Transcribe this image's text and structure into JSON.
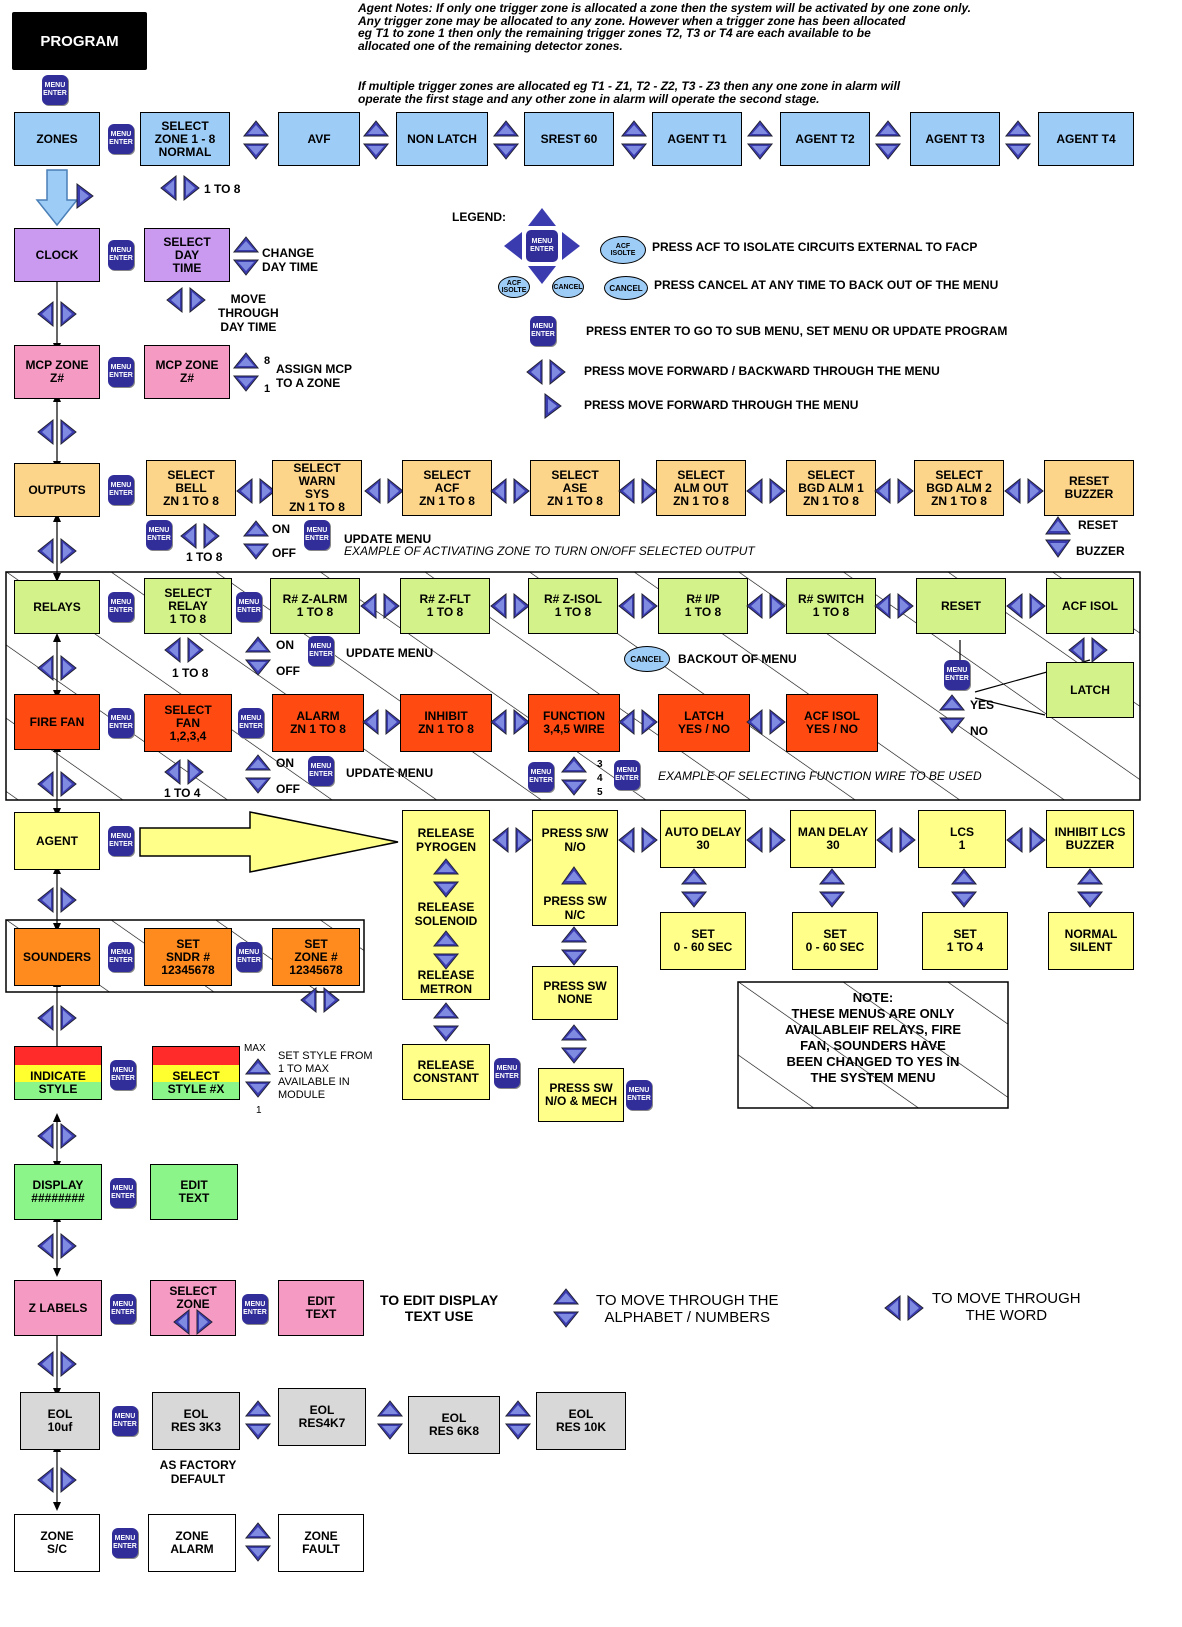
{
  "title": "PROGRAM",
  "enter_label": "MENU\nENTER",
  "notes": {
    "line1": "Agent Notes: If only one trigger zone is allocated a zone then the system will be activated by one zone only.\nAny trigger zone may be allocated to any zone. However when a trigger zone has been allocated\neg T1 to zone 1 then only the remaining trigger zones T2, T3 or T4 are each available to be\nallocated one of the remaining detector zones.",
    "line2": "If multiple trigger zones are allocated eg T1 - Z1, T2 - Z2, T3 - Z3 then any one zone in alarm will\noperate the first stage and any other zone in alarm will operate the second stage."
  },
  "zones": {
    "main": "ZONES",
    "select": "SELECT\nZONE 1 - 8\nNORMAL",
    "range": "1 TO 8",
    "items": [
      "AVF",
      "NON LATCH",
      "SREST 60",
      "AGENT T1",
      "AGENT T2",
      "AGENT T3",
      "AGENT T4"
    ]
  },
  "clock": {
    "main": "CLOCK",
    "select": "SELECT\nDAY\nTIME",
    "change": "CHANGE\nDAY TIME",
    "move": "MOVE\nTHROUGH\nDAY TIME"
  },
  "mcp": {
    "main": "MCP ZONE\nZ#",
    "select": "MCP ZONE\nZ#",
    "assign": "ASSIGN MCP\nTO A ZONE",
    "n8": "8",
    "n1": "1"
  },
  "legend": {
    "title": "LEGEND:",
    "acf": "PRESS ACF TO ISOLATE CIRCUITS EXTERNAL TO FACP",
    "cancel": "PRESS CANCEL AT ANY TIME TO BACK OUT OF THE MENU",
    "enter": "PRESS ENTER TO GO TO SUB MENU, SET MENU OR UPDATE PROGRAM",
    "fwdback": "PRESS MOVE FORWARD / BACKWARD THROUGH THE MENU",
    "fwd": "PRESS MOVE FORWARD THROUGH THE MENU",
    "acf_btn": "ACF\nISOLTE",
    "cancel_btn": "CANCEL",
    "acf_small": "ACF\nISOLTE"
  },
  "outputs": {
    "main": "OUTPUTS",
    "items": [
      "SELECT\nBELL\nZN 1 TO 8",
      "SELECT\nWARN\nSYS\nZN 1 TO 8",
      "SELECT\nACF\nZN 1 TO 8",
      "SELECT\nASE\nZN 1 TO 8",
      "SELECT\nALM OUT\nZN 1 TO 8",
      "SELECT\nBGD ALM 1\nZN 1 TO 8",
      "SELECT\nBGD ALM 2\nZN 1 TO 8"
    ],
    "reset": "RESET\nBUZZER",
    "range": "1 TO 8",
    "on": "ON",
    "off": "OFF",
    "update": "UPDATE MENU",
    "example": "EXAMPLE OF ACTIVATING ZONE TO TURN ON/OFF SELECTED OUTPUT",
    "reset_lbl": "RESET",
    "buzzer_lbl": "BUZZER"
  },
  "relays": {
    "main": "RELAYS",
    "select": "SELECT\nRELAY\n1 TO 8",
    "items": [
      "R# Z-ALRM\n1 TO 8",
      "R# Z-FLT\n1 TO 8",
      "R# Z-ISOL\n1 TO 8",
      "R# I/P\n1 TO 8",
      "R# SWITCH\n1 TO 8"
    ],
    "reset": "RESET",
    "acf": "ACF ISOL",
    "latch": "LATCH",
    "range": "1 TO 8",
    "on": "ON",
    "off": "OFF",
    "update": "UPDATE MENU",
    "backout": "BACKOUT OF MENU",
    "yes": "YES",
    "no": "NO"
  },
  "firefan": {
    "main": "FIRE FAN",
    "select": "SELECT\nFAN\n1,2,3,4",
    "items": [
      "ALARM\nZN 1 TO 8",
      "INHIBIT\nZN 1 TO 8",
      "FUNCTION\n3,4,5 WIRE",
      "LATCH\nYES / NO",
      "ACF ISOL\nYES / NO"
    ],
    "range": "1 TO 4",
    "on": "ON",
    "off": "OFF",
    "update": "UPDATE MENU",
    "n3": "3",
    "n4": "4",
    "n5": "5",
    "example": "EXAMPLE OF SELECTING FUNCTION WIRE TO BE USED"
  },
  "agent": {
    "main": "AGENT",
    "release": [
      "RELEASE\nPYROGEN",
      "RELEASE\nSOLENOID",
      "RELEASE\nMETRON",
      "RELEASE\nCONSTANT"
    ],
    "press": [
      "PRESS S/W\nN/O",
      "PRESS SW\nN/C",
      "PRESS SW\nNONE",
      "PRESS SW\nN/O & MECH"
    ],
    "items": [
      "AUTO DELAY\n30",
      "MAN DELAY\n30",
      "LCS\n1",
      "INHIBIT LCS\nBUZZER"
    ],
    "sets": [
      "SET\n0 - 60 SEC",
      "SET\n0 - 60 SEC",
      "SET\n1 TO 4",
      "NORMAL\nSILENT"
    ]
  },
  "sounders": {
    "main": "SOUNDERS",
    "set1": "SET\nSNDR #\n12345678",
    "set2": "SET\nZONE #\n12345678"
  },
  "note_box": "NOTE:\nTHESE MENUS ARE ONLY\nAVAILABLEIF RELAYS, FIRE\nFAN, SOUNDERS HAVE\nBEEN CHANGED TO YES IN\nTHE SYSTEM MENU",
  "indicate": {
    "main": "INDICATE\nSTYLE",
    "select": "SELECT\nSTYLE #X",
    "max": "MAX",
    "one": "1",
    "desc": "SET STYLE FROM\n1 TO MAX\nAVAILABLE IN\nMODULE"
  },
  "display": {
    "main": "DISPLAY\n########",
    "edit": "EDIT\nTEXT"
  },
  "zlabels": {
    "main": "Z LABELS",
    "select": "SELECT\nZONE",
    "edit": "EDIT\nTEXT",
    "to_edit": "TO EDIT DISPLAY\nTEXT USE",
    "alpha": "TO MOVE THROUGH THE\nALPHABET / NUMBERS",
    "word": "TO MOVE THROUGH\nTHE WORD"
  },
  "eol": {
    "main": "EOL\n10uf",
    "items": [
      "EOL\nRES 3K3",
      "EOL\nRES4K7",
      "EOL\nRES 6K8",
      "EOL\nRES 10K"
    ],
    "default": "AS FACTORY\nDEFAULT"
  },
  "zonesc": {
    "main": "ZONE\nS/C",
    "alarm": "ZONE\nALARM",
    "fault": "ZONE\nFAULT"
  }
}
